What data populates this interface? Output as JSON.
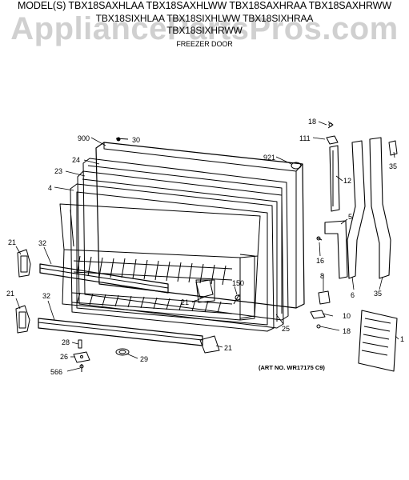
{
  "header": {
    "line1": "MODEL(S) TBX18SAXHLAA  TBX18SAXHLWW  TBX18SAXHRAA  TBX18SAXHRWW",
    "line2": "TBX18SIXHLAA  TBX18SIXHLWW  TBX18SIXHRAA",
    "line3": "TBX18SIXHRWW",
    "subtitle": "FREEZER DOOR"
  },
  "watermark": "AppliancePartsPros.com",
  "art_number": "(ART NO. WR17175 C9)",
  "callouts": [
    {
      "id": "c900",
      "label": "900"
    },
    {
      "id": "c30",
      "label": "30"
    },
    {
      "id": "c24",
      "label": "24"
    },
    {
      "id": "c23",
      "label": "23"
    },
    {
      "id": "c4",
      "label": "4"
    },
    {
      "id": "c921",
      "label": "921"
    },
    {
      "id": "c18a",
      "label": "18"
    },
    {
      "id": "c111",
      "label": "111"
    },
    {
      "id": "c35a",
      "label": "35"
    },
    {
      "id": "c12",
      "label": "12"
    },
    {
      "id": "c5",
      "label": "5"
    },
    {
      "id": "c16",
      "label": "16"
    },
    {
      "id": "c8",
      "label": "8"
    },
    {
      "id": "c6",
      "label": "6"
    },
    {
      "id": "c35b",
      "label": "35"
    },
    {
      "id": "c10",
      "label": "10"
    },
    {
      "id": "c18b",
      "label": "18"
    },
    {
      "id": "c21a",
      "label": "21"
    },
    {
      "id": "c32a",
      "label": "32"
    },
    {
      "id": "c21b",
      "label": "21"
    },
    {
      "id": "c32b",
      "label": "32"
    },
    {
      "id": "c150",
      "label": "150"
    },
    {
      "id": "c21c",
      "label": "21"
    },
    {
      "id": "c25",
      "label": "25"
    },
    {
      "id": "c28",
      "label": "28"
    },
    {
      "id": "c26",
      "label": "26"
    },
    {
      "id": "c566",
      "label": "566"
    },
    {
      "id": "c29",
      "label": "29"
    },
    {
      "id": "c21d",
      "label": "21"
    },
    {
      "id": "c1",
      "label": "1"
    }
  ]
}
